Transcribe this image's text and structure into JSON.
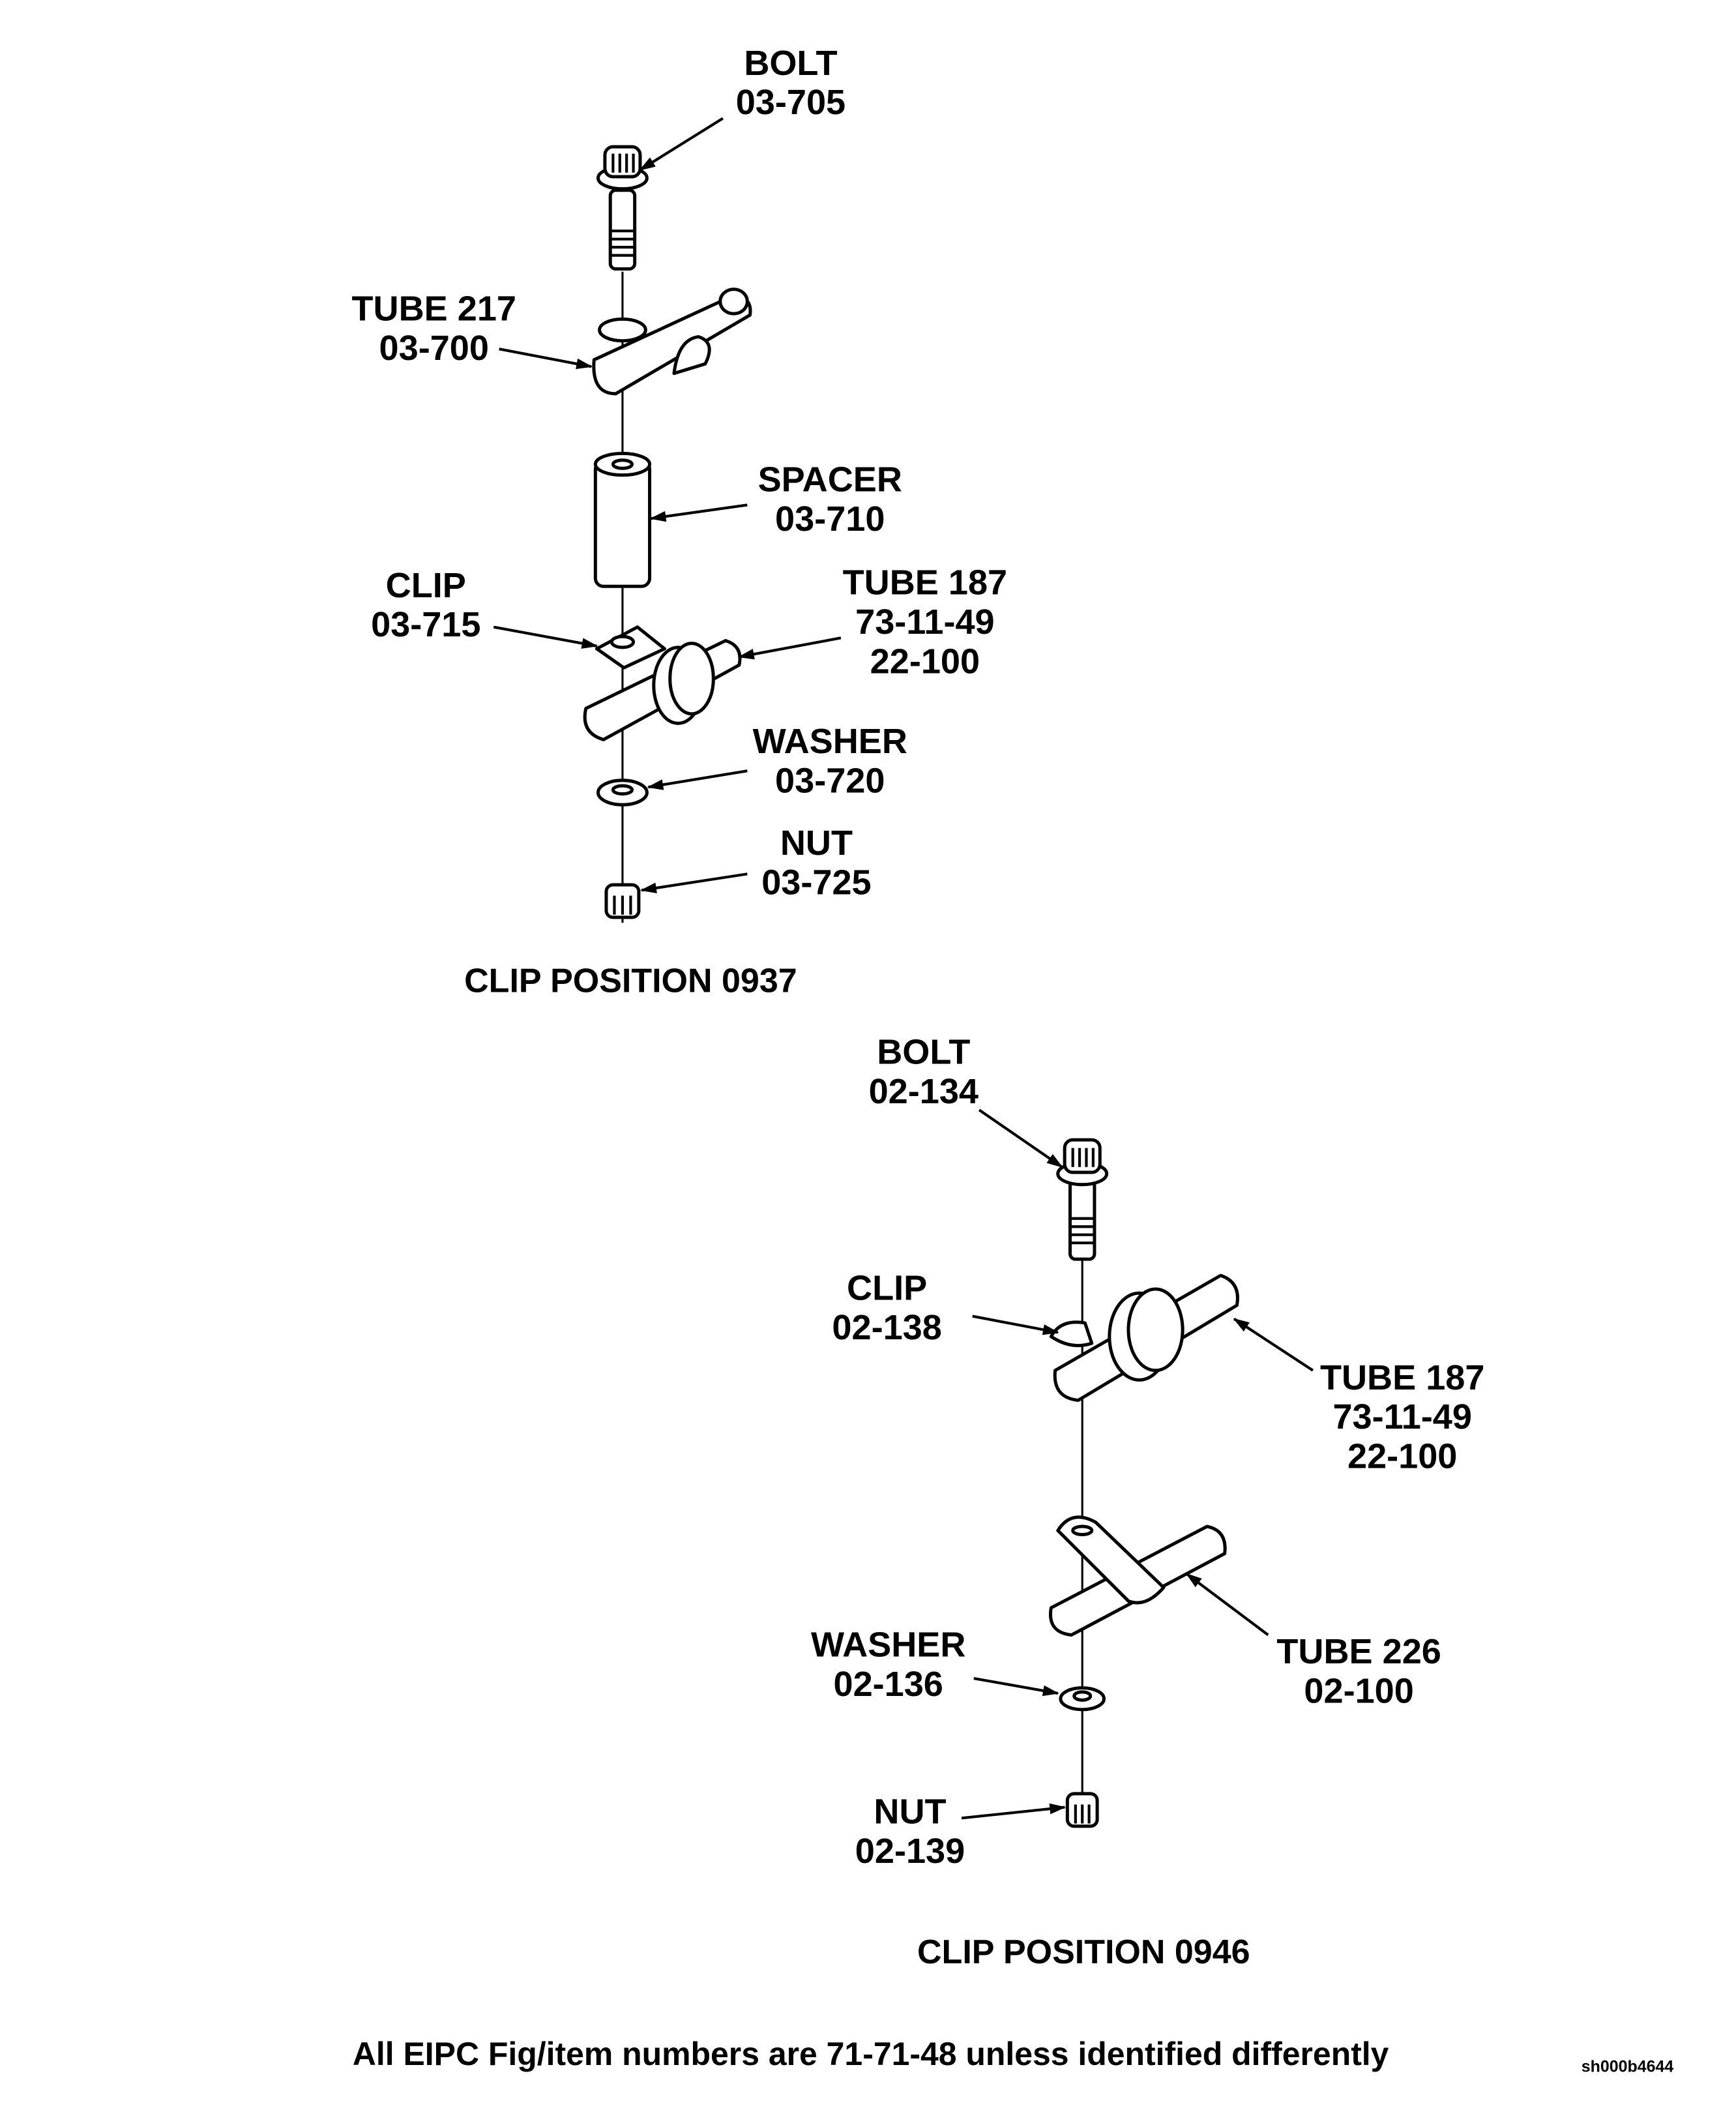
{
  "clip_position_0937": {
    "caption": "CLIP POSITION 0937",
    "bolt": {
      "name": "BOLT",
      "ref": "03-705"
    },
    "tube217": {
      "name": "TUBE 217",
      "ref": "03-700"
    },
    "spacer": {
      "name": "SPACER",
      "ref": "03-710"
    },
    "clip": {
      "name": "CLIP",
      "ref": "03-715"
    },
    "tube187": {
      "name": "TUBE 187",
      "ref1": "73-11-49",
      "ref2": "22-100"
    },
    "washer": {
      "name": "WASHER",
      "ref": "03-720"
    },
    "nut": {
      "name": "NUT",
      "ref": "03-725"
    }
  },
  "clip_position_0946": {
    "caption": "CLIP POSITION 0946",
    "bolt": {
      "name": "BOLT",
      "ref": "02-134"
    },
    "clip": {
      "name": "CLIP",
      "ref": "02-138"
    },
    "tube187": {
      "name": "TUBE 187",
      "ref1": "73-11-49",
      "ref2": "22-100"
    },
    "tube226": {
      "name": "TUBE 226",
      "ref": "02-100"
    },
    "washer": {
      "name": "WASHER",
      "ref": "02-136"
    },
    "nut": {
      "name": "NUT",
      "ref": "02-139"
    }
  },
  "footer_note": "All EIPC Fig/item numbers are 71-71-48 unless identified differently",
  "sheet_id": "sh000b4644"
}
